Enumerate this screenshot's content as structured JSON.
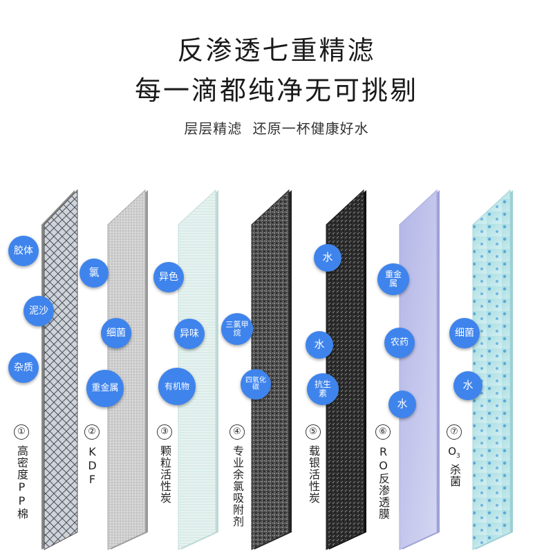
{
  "headline": {
    "line1": "反渗透七重精滤",
    "line2": "每一滴都纯净无可挑剔",
    "line3": "层层精滤  还原一杯健康好水"
  },
  "colors": {
    "bubble": "#3f84ec"
  },
  "layers": [
    {
      "num": "①",
      "name": "高密度PP棉",
      "bubbles": [
        "胶体",
        "泥沙",
        "杂质"
      ]
    },
    {
      "num": "②",
      "name": "KDF",
      "bubbles": [
        "氯",
        "细菌",
        "重金属"
      ]
    },
    {
      "num": "③",
      "name": "颗粒活性炭",
      "bubbles": [
        "异色",
        "异味",
        "有机物"
      ]
    },
    {
      "num": "④",
      "name": "专业余氯吸附剂",
      "bubbles": [
        "三氯甲烷",
        "四氧化碳"
      ]
    },
    {
      "num": "⑤",
      "name": "载银活性炭",
      "bubbles": [
        "水",
        "水",
        "抗生素"
      ]
    },
    {
      "num": "⑥",
      "name": "RO反渗透膜",
      "bubbles": [
        "重金属",
        "农药",
        "水"
      ]
    },
    {
      "num": "⑦",
      "name_prefix": "O",
      "name_sub": "3",
      "name": "杀菌",
      "bubbles": [
        "细菌",
        "水"
      ]
    }
  ]
}
